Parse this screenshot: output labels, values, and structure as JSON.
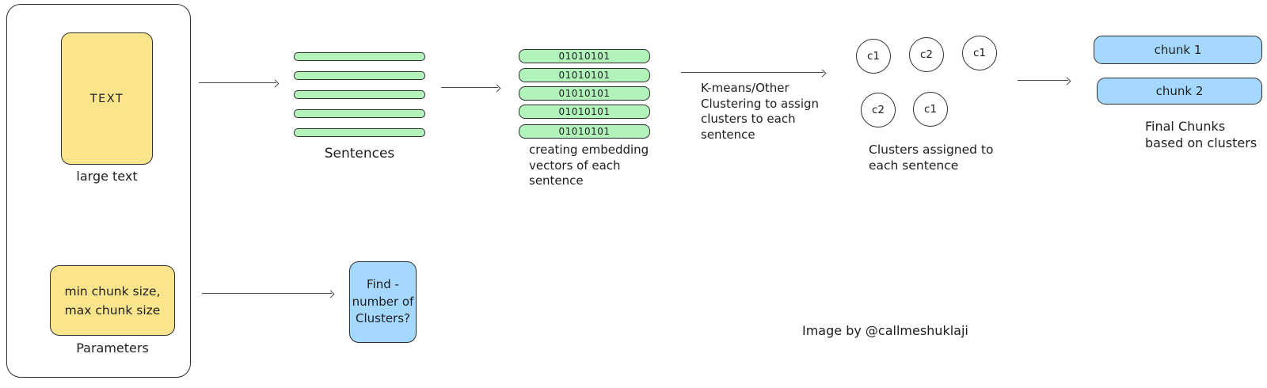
{
  "colors": {
    "yellow": "#fae58c",
    "green": "#b2f2bb",
    "blue": "#a5d8ff",
    "stroke": "#2f2f2f",
    "arrow": "#4b4b4b"
  },
  "source": {
    "text_box_label": "TEXT",
    "text_box_caption": "large text",
    "params_line1": "min chunk size,",
    "params_line2": "max chunk size",
    "params_caption": "Parameters"
  },
  "sentences": {
    "caption": "Sentences"
  },
  "embeddings": {
    "bars": [
      "01010101",
      "01010101",
      "01010101",
      "01010101",
      "01010101"
    ],
    "caption": [
      "creating embedding",
      "vectors of each",
      "sentence"
    ]
  },
  "clustering": {
    "caption": [
      "K-means/Other",
      "Clustering to assign",
      "clusters to each",
      "sentence"
    ]
  },
  "clusters": {
    "labels": [
      "c1",
      "c2",
      "c1",
      "c2",
      "c1"
    ],
    "caption": [
      "Clusters assigned to",
      "each sentence"
    ]
  },
  "chunks": {
    "labels": [
      "chunk 1",
      "chunk 2"
    ],
    "caption": [
      "Final Chunks",
      "based on clusters"
    ]
  },
  "find_box": {
    "lines": [
      "Find -",
      "number of",
      "Clusters?"
    ]
  },
  "attribution": "Image by @callmeshuklaji"
}
